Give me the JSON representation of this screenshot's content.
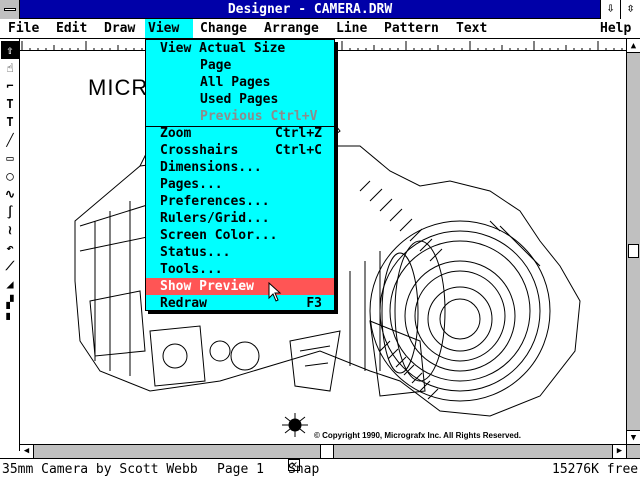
{
  "window": {
    "title": "Designer - CAMERA.DRW",
    "scroll_up_glyph": "⇩",
    "restore_glyph": "⇳"
  },
  "menubar": {
    "items": [
      "File",
      "Edit",
      "Draw",
      "View",
      "Change",
      "Arrange",
      "Line",
      "Pattern",
      "Text",
      "Help"
    ],
    "active": "View"
  },
  "view_menu": {
    "items": [
      {
        "label": "View Actual Size",
        "shortcut": "",
        "indent": false,
        "disabled": false,
        "highlighted": false
      },
      {
        "label": "Page",
        "shortcut": "",
        "indent": true,
        "disabled": false,
        "highlighted": false
      },
      {
        "label": "All Pages",
        "shortcut": "",
        "indent": true,
        "disabled": false,
        "highlighted": false
      },
      {
        "label": "Used Pages",
        "shortcut": "",
        "indent": true,
        "disabled": false,
        "highlighted": false
      },
      {
        "label": "Previous Ctrl+V",
        "shortcut": "",
        "indent": true,
        "disabled": true,
        "highlighted": false
      },
      {
        "label": "Zoom",
        "shortcut": "Ctrl+Z",
        "indent": false,
        "disabled": false,
        "highlighted": false
      },
      {
        "label": "Crosshairs",
        "shortcut": "Ctrl+C",
        "indent": false,
        "disabled": false,
        "highlighted": false
      },
      {
        "label": "Dimensions...",
        "shortcut": "",
        "indent": false,
        "disabled": false,
        "highlighted": false
      },
      {
        "label": "Pages...",
        "shortcut": "",
        "indent": false,
        "disabled": false,
        "highlighted": false
      },
      {
        "label": "Preferences...",
        "shortcut": "",
        "indent": false,
        "disabled": false,
        "highlighted": false
      },
      {
        "label": "Rulers/Grid...",
        "shortcut": "",
        "indent": false,
        "disabled": false,
        "highlighted": false
      },
      {
        "label": "Screen Color...",
        "shortcut": "",
        "indent": false,
        "disabled": false,
        "highlighted": false
      },
      {
        "label": "Status...",
        "shortcut": "",
        "indent": false,
        "disabled": false,
        "highlighted": false
      },
      {
        "label": "Tools...",
        "shortcut": "",
        "indent": false,
        "disabled": false,
        "highlighted": false
      },
      {
        "label": "Show Preview",
        "shortcut": "",
        "indent": false,
        "disabled": false,
        "highlighted": true
      },
      {
        "label": "Redraw",
        "shortcut": "F3",
        "indent": false,
        "disabled": false,
        "highlighted": false
      }
    ]
  },
  "drawing": {
    "logo_text": "MICR",
    "credit": "© Copyright 1990, Micrografx Inc. All Rights Reserved."
  },
  "status": {
    "drawing_name": "35mm Camera by Scott Webb",
    "page": "Page 1",
    "snap_label": "Snap",
    "snap_checked": true,
    "memory": "15276K free"
  },
  "colors": {
    "title_bar": "#0000a8",
    "menu_bg": "#00ffff",
    "highlight": "#ff5555"
  }
}
